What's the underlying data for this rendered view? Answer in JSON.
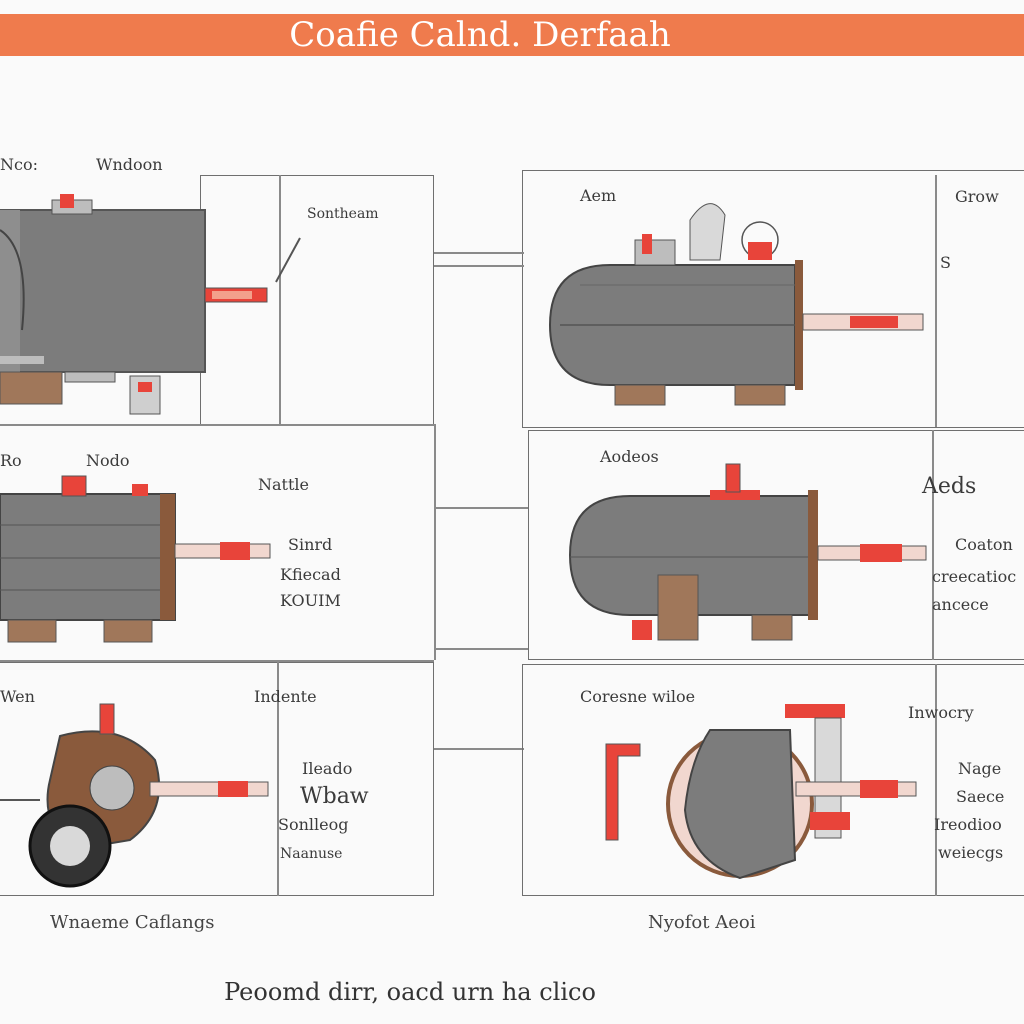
{
  "header": {
    "title": "Coafie Calnd. Derfaah",
    "bar_color": "#ef7b4d"
  },
  "colors": {
    "body_gray": "#7c7c7c",
    "body_light": "#9a9a9a",
    "accent_red": "#e8443a",
    "brown": "#8a5a3c",
    "line": "#6f6f6f"
  },
  "panels": [
    {
      "labels": [
        "Nco:",
        "Wndoon",
        "Sontheam"
      ]
    },
    {
      "labels": [
        "Aem",
        "Grow",
        "S"
      ]
    },
    {
      "labels": [
        "Ro",
        "Nodo",
        "Nattle",
        "Sinrd",
        "Kfiecad",
        "KOUIM"
      ]
    },
    {
      "labels": [
        "Aodeos",
        "Aeds",
        "Coaton",
        "creecatioc",
        "ancece"
      ]
    },
    {
      "labels": [
        "Wen",
        "Indente",
        "Ileado",
        "Wbaw",
        "Sonlleog",
        "Naanuse"
      ]
    },
    {
      "labels": [
        "Coresne wiloe",
        "Inwocry",
        "Nage",
        "Saece",
        "Ireodioo",
        "weiecgs"
      ]
    }
  ],
  "captions": {
    "left": "Wnaeme Caflangs",
    "right": "Nyofot Aeoi"
  },
  "footer": "Peoomd dirr, oacd urn ha clico"
}
